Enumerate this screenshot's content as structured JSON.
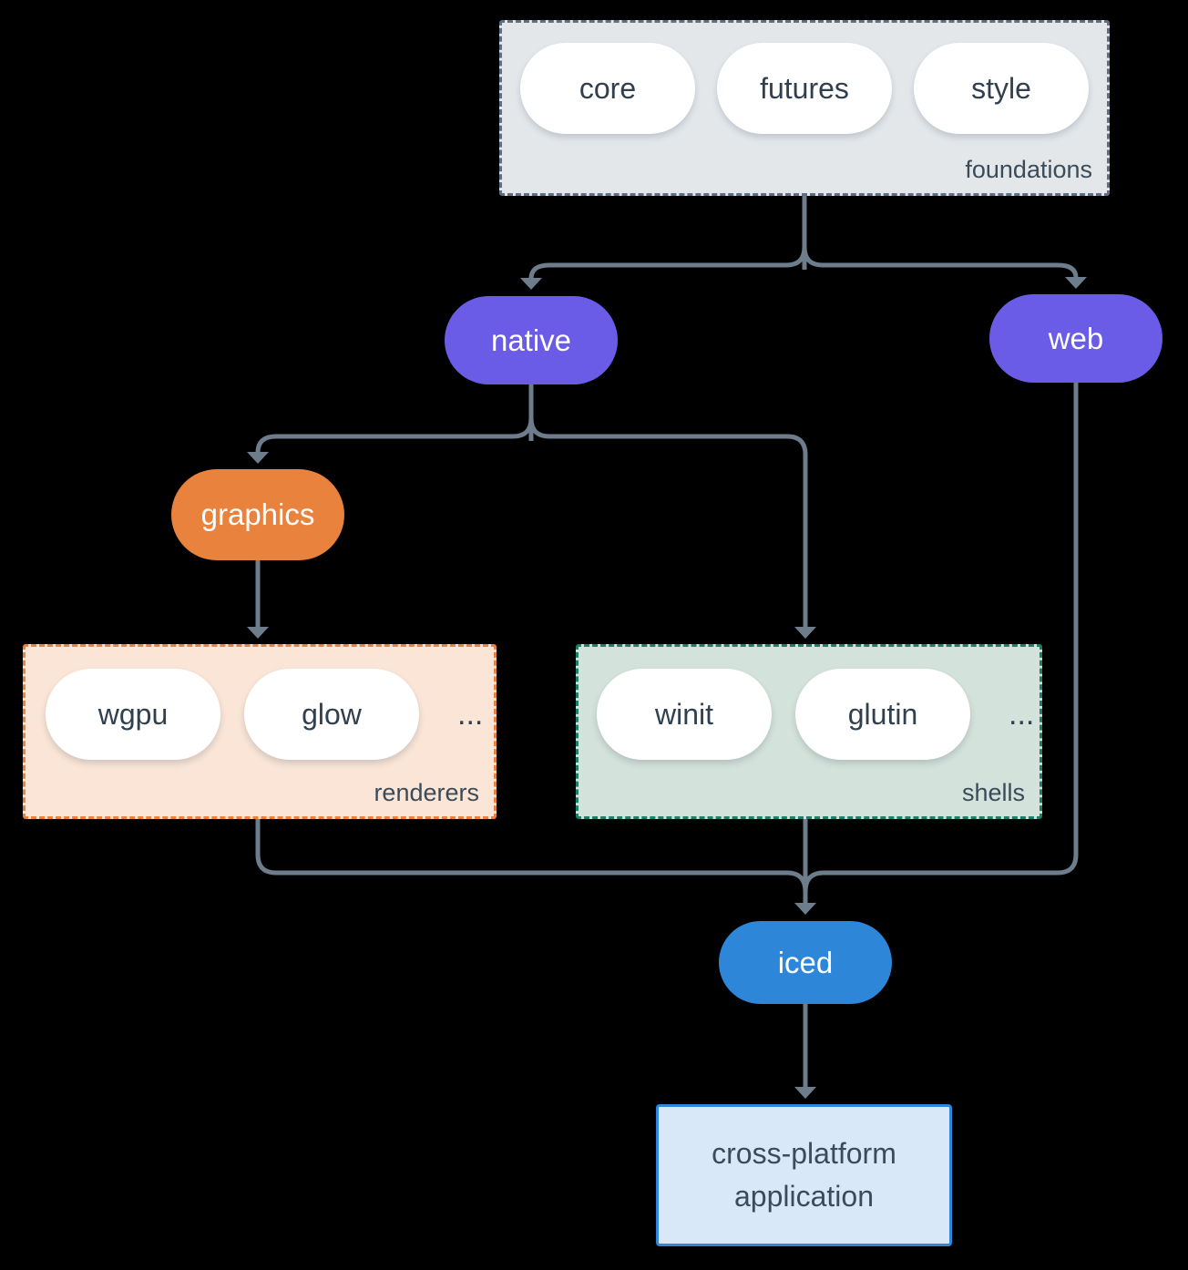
{
  "background": "#000000",
  "colors": {
    "arrow": "#6e7d8c",
    "purple_node": "#6b5ce8",
    "orange_node": "#e8823c",
    "blue_node": "#2e86d8",
    "foundations_fill": "#e3e7ea",
    "foundations_border": "#5d6f80",
    "renderers_fill": "#fae5d6",
    "renderers_border": "#e8823c",
    "shells_fill": "#d3e2da",
    "shells_border": "#1d7f67",
    "app_fill": "#d9e8f9",
    "app_border": "#2e86de",
    "pill_fill": "#ffffff",
    "pill_text": "#30404f",
    "group_label_text": "#3b4b59"
  },
  "groups": {
    "foundations": {
      "label": "foundations",
      "pills": [
        "core",
        "futures",
        "style"
      ]
    },
    "renderers": {
      "label": "renderers",
      "pills": [
        "wgpu",
        "glow"
      ],
      "ellipsis": "..."
    },
    "shells": {
      "label": "shells",
      "pills": [
        "winit",
        "glutin"
      ],
      "ellipsis": "..."
    }
  },
  "nodes": {
    "native": {
      "label": "native"
    },
    "web": {
      "label": "web"
    },
    "graphics": {
      "label": "graphics"
    },
    "iced": {
      "label": "iced"
    }
  },
  "app": {
    "line1": "cross-platform",
    "line2": "application"
  }
}
